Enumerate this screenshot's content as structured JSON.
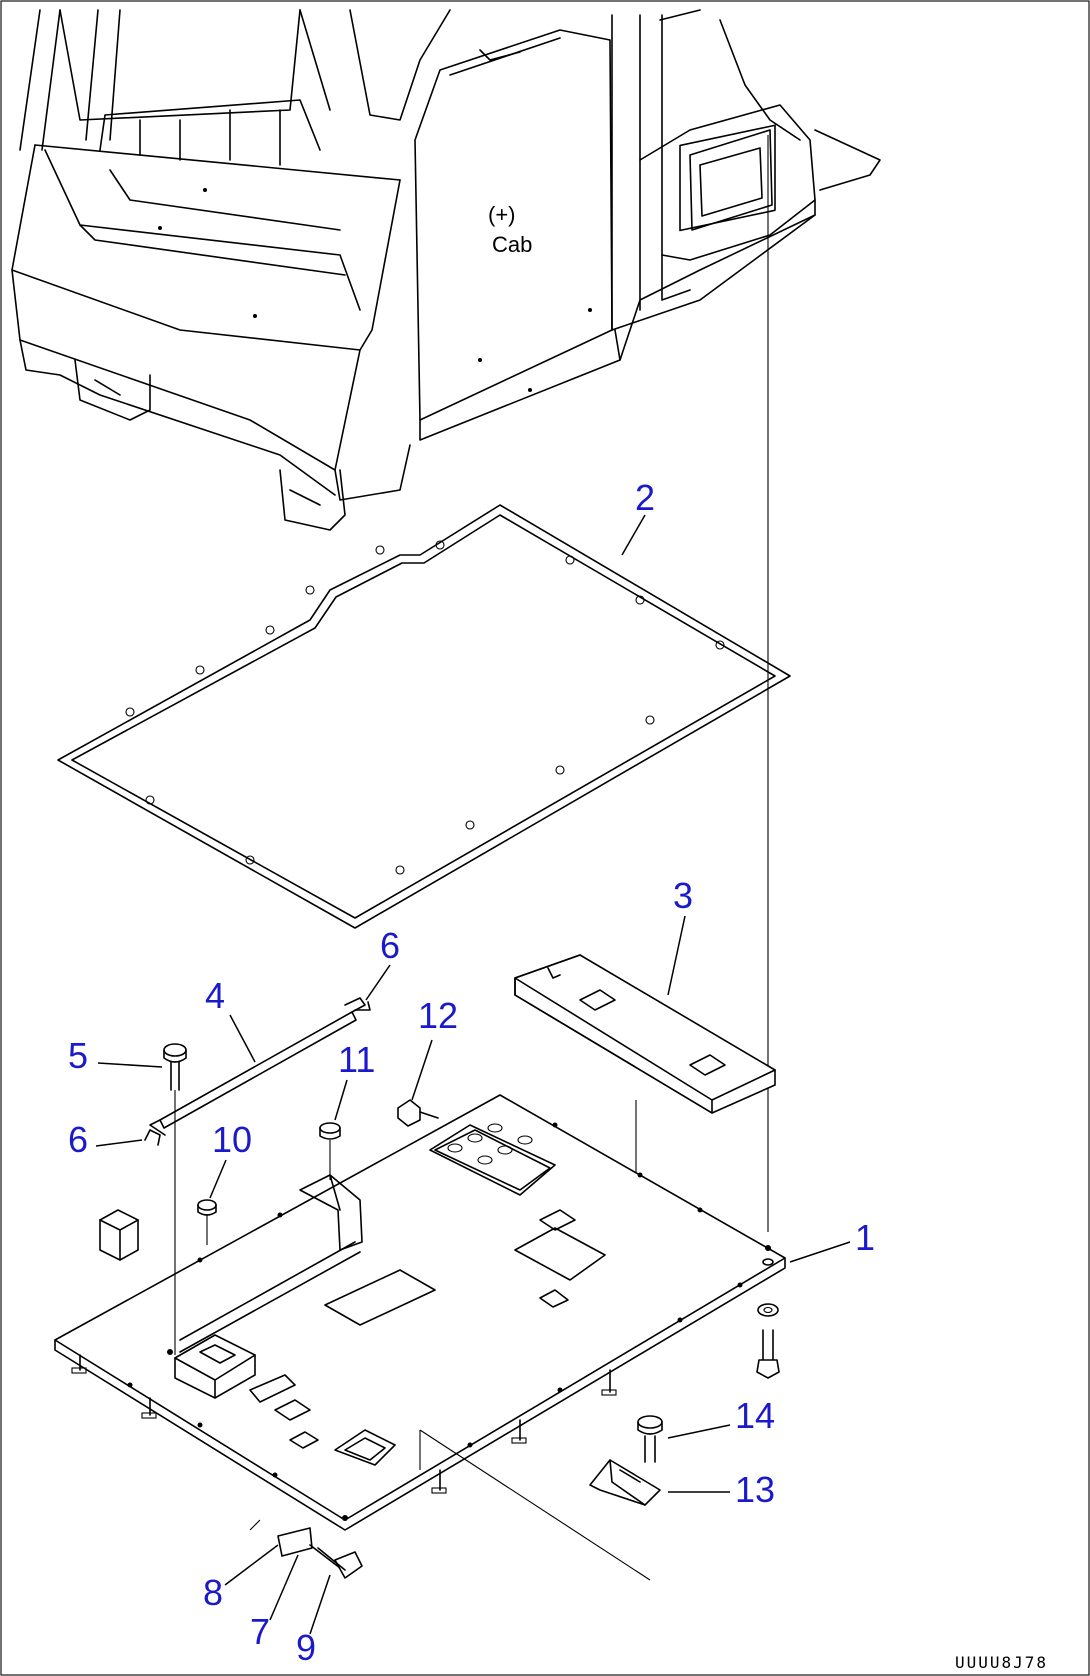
{
  "diagram": {
    "cab_label": [
      "(+)",
      "Cab"
    ],
    "drawing_code": "UUUU8J78",
    "callouts": [
      {
        "id": "1",
        "label": "1"
      },
      {
        "id": "2",
        "label": "2"
      },
      {
        "id": "3",
        "label": "3"
      },
      {
        "id": "4",
        "label": "4"
      },
      {
        "id": "5",
        "label": "5"
      },
      {
        "id": "6a",
        "label": "6"
      },
      {
        "id": "6b",
        "label": "6"
      },
      {
        "id": "7",
        "label": "7"
      },
      {
        "id": "8",
        "label": "8"
      },
      {
        "id": "9",
        "label": "9"
      },
      {
        "id": "10",
        "label": "10"
      },
      {
        "id": "11",
        "label": "11"
      },
      {
        "id": "12",
        "label": "12"
      },
      {
        "id": "13",
        "label": "13"
      },
      {
        "id": "14",
        "label": "14"
      }
    ]
  }
}
